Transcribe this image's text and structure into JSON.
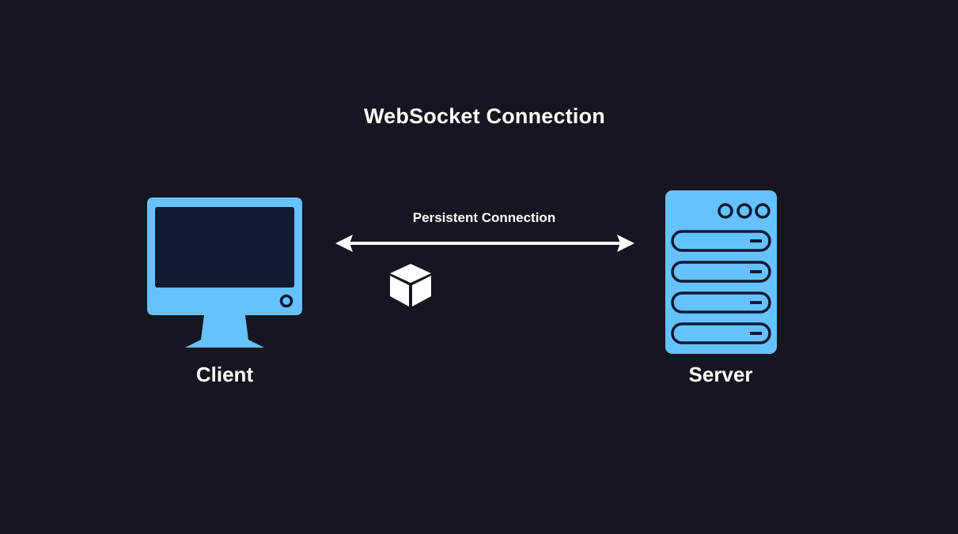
{
  "diagram": {
    "title": "WebSocket Connection",
    "connection_label": "Persistent Connection",
    "client_label": "Client",
    "server_label": "Server",
    "icons": {
      "client": "monitor-icon",
      "server": "server-rack-icon",
      "packet": "cube-icon",
      "connection": "double-arrow-icon"
    },
    "colors": {
      "background": "#17151f",
      "accent": "#66c2ff",
      "screen": "#101a33",
      "text": "#ffffff"
    }
  }
}
